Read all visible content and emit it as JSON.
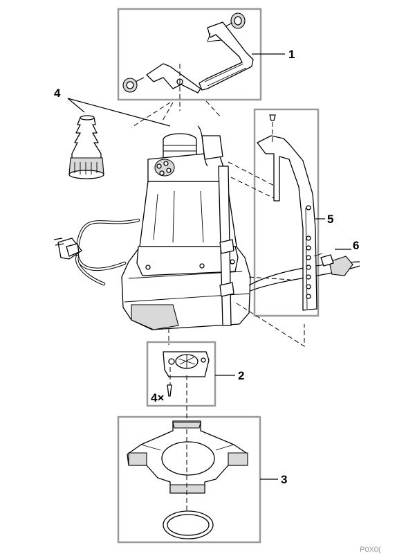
{
  "diagram": {
    "callouts": {
      "c1": "1",
      "c2": "2",
      "c3": "3",
      "c4": "4",
      "c4x": "4×",
      "c5": "5",
      "c6": "6"
    },
    "image_code": "P0X0("
  }
}
